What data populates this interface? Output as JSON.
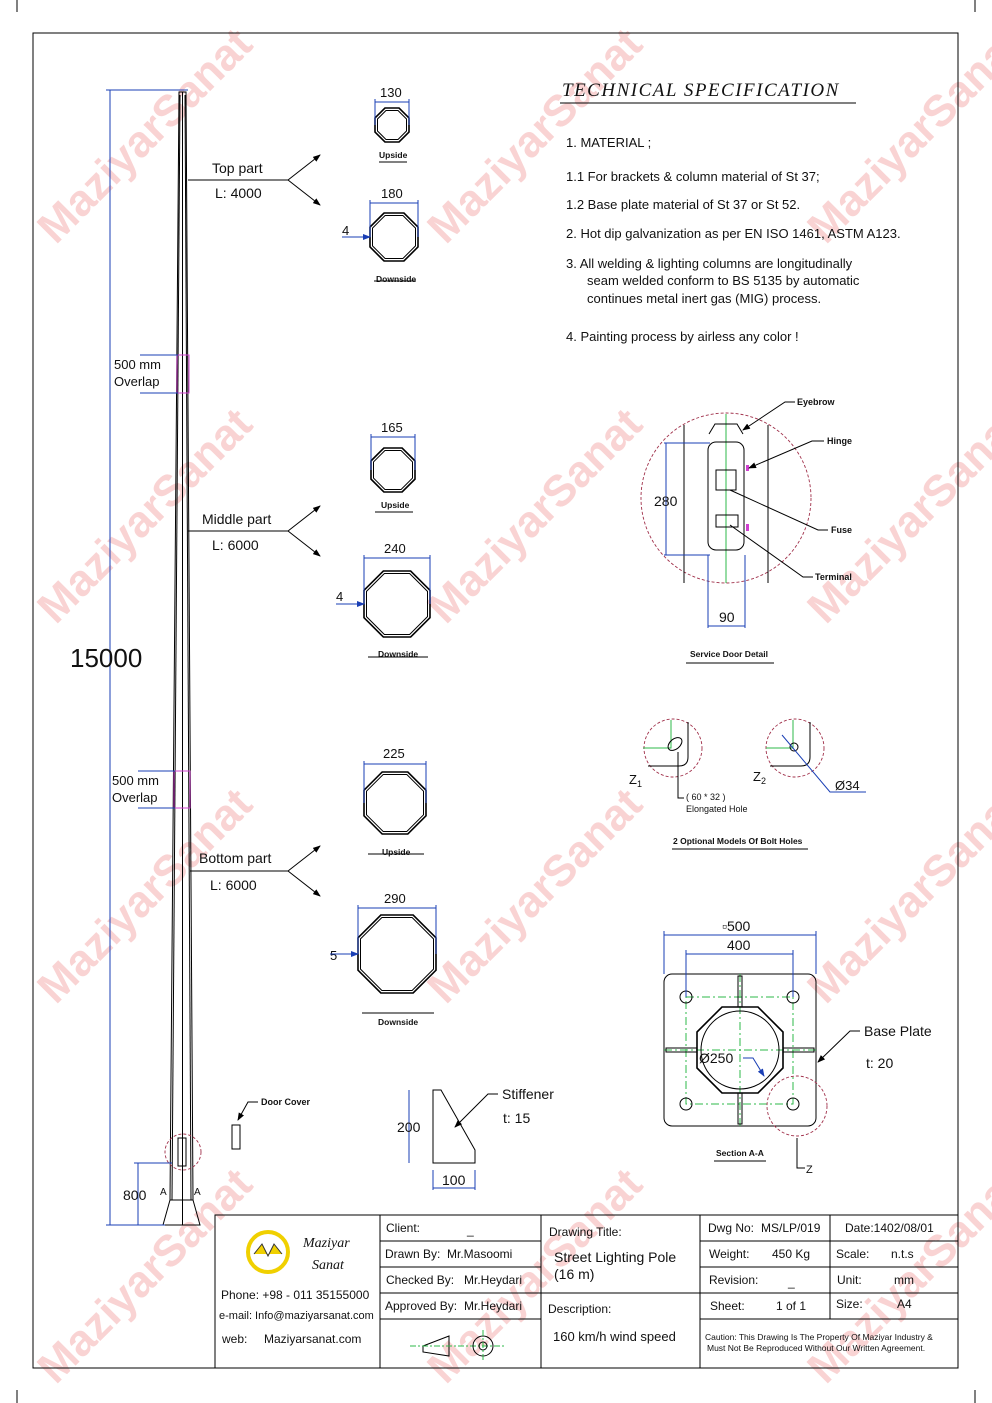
{
  "watermark": "MaziyarSanat",
  "pole": {
    "total_height": "15000",
    "base_height": "800",
    "section_marks": [
      "A",
      "A"
    ],
    "overlaps": [
      {
        "value": "500 mm",
        "label": "Overlap"
      },
      {
        "value": "500 mm",
        "label": "Overlap"
      }
    ],
    "parts": [
      {
        "name": "Top part",
        "length": "L: 4000",
        "upside": "130",
        "downside": "180",
        "thickness": "4"
      },
      {
        "name": "Middle part",
        "length": "L: 6000",
        "upside": "165",
        "downside": "240",
        "thickness": "4"
      },
      {
        "name": "Bottom part",
        "length": "L: 6000",
        "upside": "225",
        "downside": "290",
        "thickness": "5"
      }
    ],
    "upside_label": "Upside",
    "downside_label": "Downside"
  },
  "door_cover": "Door Cover",
  "stiffener": {
    "label": "Stiffener",
    "thickness": "t: 15",
    "height": "200",
    "width": "100"
  },
  "spec": {
    "title": "TECHNICAL SPECIFICATION",
    "items": [
      "1. MATERIAL ;",
      "1.1  For brackets & column material of St 37;",
      "1.2  Base plate material of St 37 or St 52.",
      "2.  Hot dip galvanization as per EN ISO 1461, ASTM A123.",
      "3.  All welding & lighting columns are longitudinally",
      "seam welded conform to BS 5135 by automatic",
      "continues metal inert gas (MIG) process.",
      "4.  Painting process by airless any color !"
    ]
  },
  "service_door": {
    "title": "Service Door Detail",
    "height": "280",
    "width": "90",
    "labels": [
      "Eyebrow",
      "Hinge",
      "Fuse",
      "Terminal"
    ]
  },
  "bolt_holes": {
    "title": "2 Optional Models Of Bolt Holes",
    "z1": "Z",
    "z1_sub": "1",
    "z2": "Z",
    "z2_sub": "2",
    "elongated_size": "( 60 * 32 )",
    "elongated_label": "Elongated Hole",
    "hole_dia": "Ø34"
  },
  "base_plate": {
    "outer": "▫500",
    "bolt_spacing": "400",
    "pole_dia": "Ø250",
    "label": "Base Plate",
    "thickness": "t: 20",
    "section": "Section A-A",
    "detail": "Z"
  },
  "title_block": {
    "company_line1": "Maziyar",
    "company_line2": "Sanat",
    "phone": "Phone: +98 - 011 35155000",
    "email": "e-mail:  Info@maziyarsanat.com",
    "web_label": "web:",
    "web": "Maziyarsanat.com",
    "client_label": "Client:",
    "client": "_",
    "drawn_label": "Drawn By:",
    "drawn": "Mr.Masoomi",
    "checked_label": "Checked By:",
    "checked": "Mr.Heydari",
    "approved_label": "Approved By:",
    "approved": "Mr.Heydari",
    "drawing_title_label": "Drawing Title:",
    "drawing_title_1": "Street Lighting Pole",
    "drawing_title_2": "(16 m)",
    "description_label": "Description:",
    "description": "160 km/h wind speed",
    "dwg_label": "Dwg No:",
    "dwg": "MS/LP/019",
    "date": "Date:1402/08/01",
    "weight_label": "Weight:",
    "weight": "450 Kg",
    "scale_label": "Scale:",
    "scale": "n.t.s",
    "revision_label": "Revision:",
    "revision": "_",
    "unit_label": "Unit:",
    "unit": "mm",
    "sheet_label": "Sheet:",
    "sheet": "1 of 1",
    "size_label": "Size:",
    "size": "A4",
    "caution_1": "Caution: This Drawing Is The Property Of Maziyar Industry &",
    "caution_2": "Must Not Be Reproduced Without Our Written Agreement."
  },
  "colors": {
    "dimension": "#1a3fb5",
    "centerline": "#2db84a",
    "overlap": "#d040d0",
    "logo": "#f0d000"
  }
}
